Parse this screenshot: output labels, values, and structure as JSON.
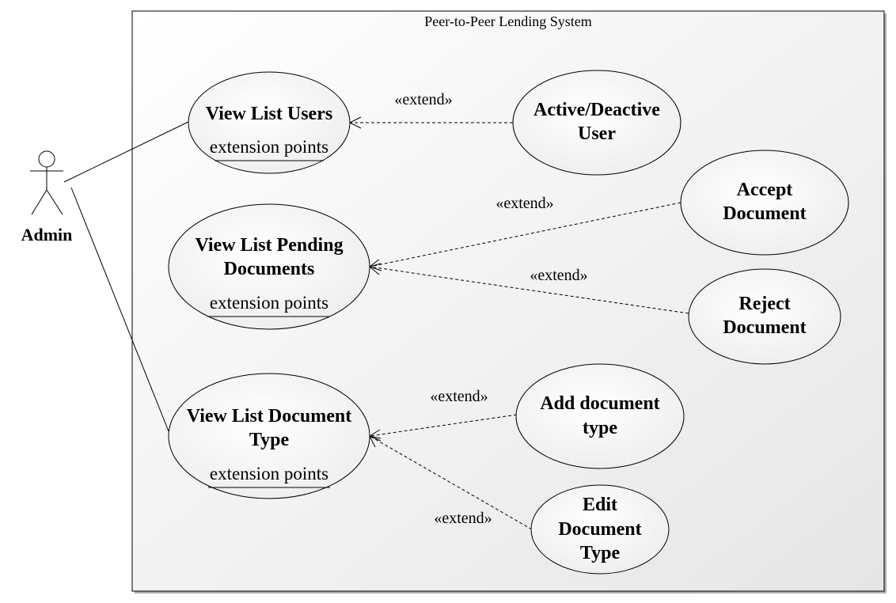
{
  "system": {
    "title": "Peer-to-Peer Lending System"
  },
  "actor": {
    "name": "Admin"
  },
  "use_cases": {
    "view_list_users": {
      "lines": [
        "View List Users"
      ],
      "ext": "extension points"
    },
    "view_list_pending_documents": {
      "lines": [
        "View List Pending",
        "Documents"
      ],
      "ext": "extension points"
    },
    "view_list_document_type": {
      "lines": [
        "View List Document",
        "Type"
      ],
      "ext": "extension points"
    },
    "active_deactive_user": {
      "lines": [
        "Active/Deactive",
        "User"
      ]
    },
    "accept_document": {
      "lines": [
        "Accept",
        "Document"
      ]
    },
    "reject_document": {
      "lines": [
        "Reject",
        "Document"
      ]
    },
    "add_document_type": {
      "lines": [
        "Add document",
        "type"
      ]
    },
    "edit_document_type": {
      "lines": [
        "Edit",
        "Document",
        "Type"
      ]
    }
  },
  "relations": {
    "extend_label": "«extend»"
  }
}
